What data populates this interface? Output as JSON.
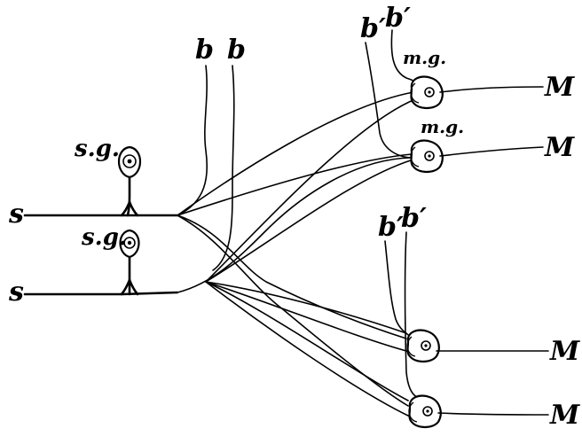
{
  "labels": {
    "s_top": "s",
    "s_bottom": "s",
    "sg_top": "s.g.",
    "sg_bottom": "s.g.",
    "b_left": "b",
    "b_right": "b",
    "bp_top_left": "b′",
    "bp_top_right": "b′",
    "bp_bottom_left": "b′",
    "bp_bottom_right": "b′",
    "mg_top": "m.g.",
    "mg_second": "m.g.",
    "M_1": "M",
    "M_2": "M",
    "M_3": "M",
    "M_4": "M"
  }
}
